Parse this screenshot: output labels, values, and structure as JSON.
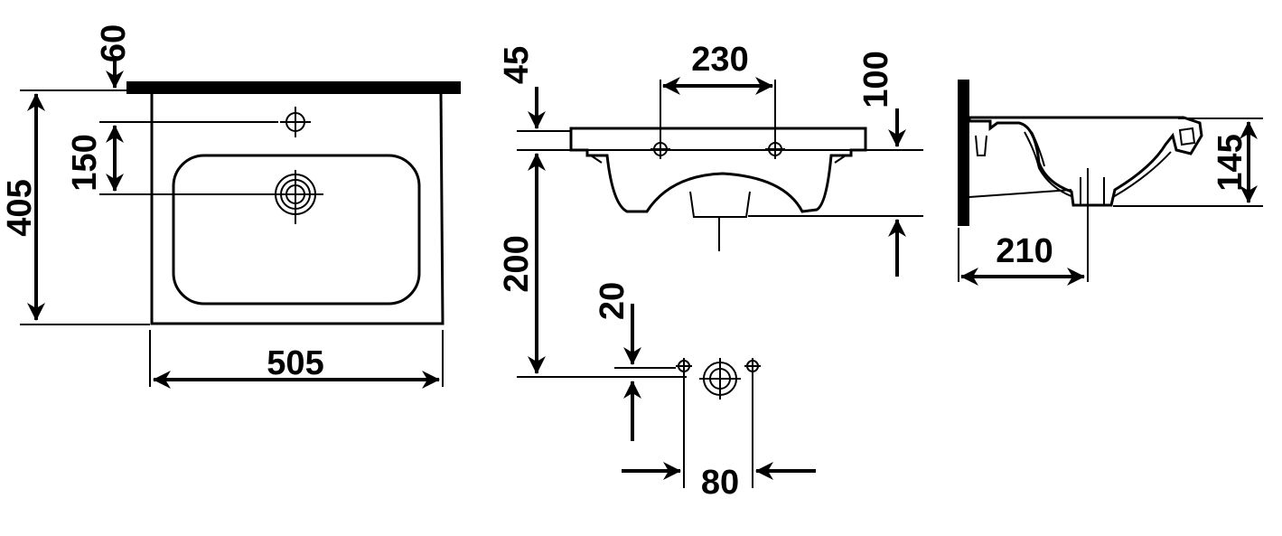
{
  "dimensions": {
    "top_offset": "60",
    "depth": "405",
    "tap_hole_distance": "150",
    "width": "505",
    "rim_thickness": "45",
    "tap_hole_spacing": "230",
    "height_100": "100",
    "height_200": "200",
    "offset_20": "20",
    "spacing_80": "80",
    "side_height": "145",
    "side_depth": "210"
  },
  "colors": {
    "line": "#000000",
    "background": "#ffffff"
  }
}
